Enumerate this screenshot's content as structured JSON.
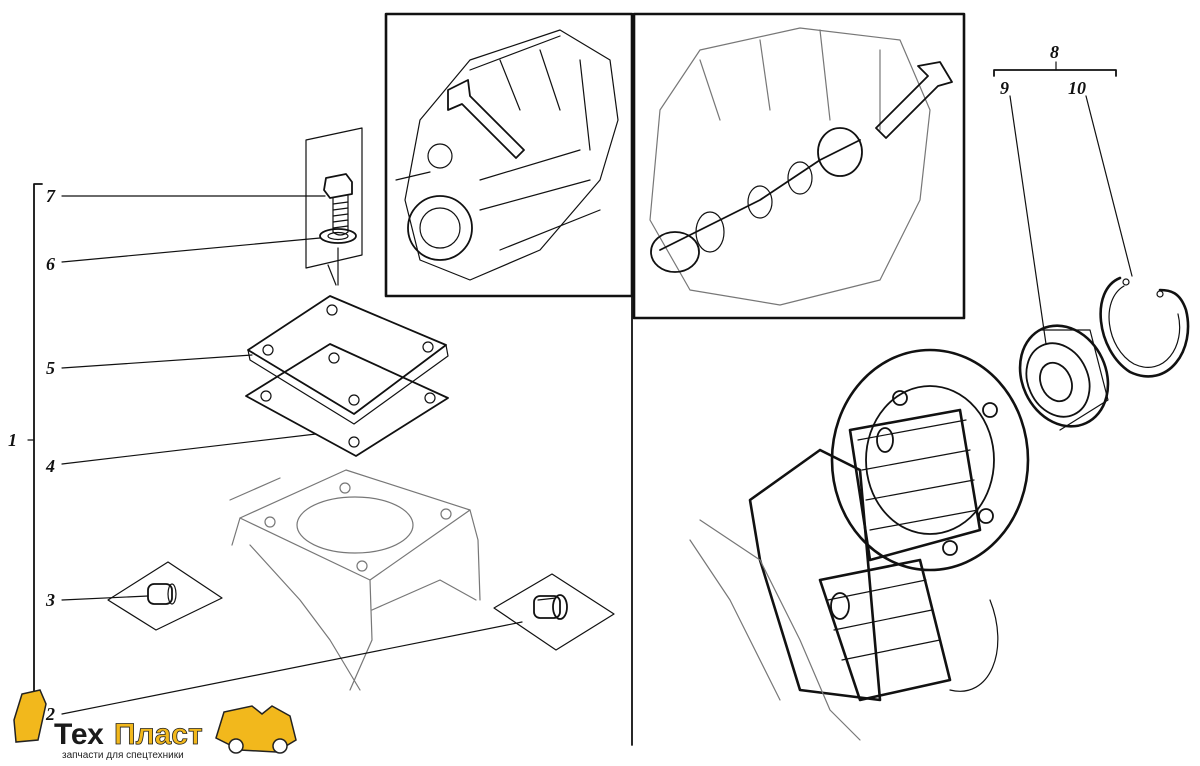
{
  "callouts": {
    "c1": "1",
    "c2": "2",
    "c3": "3",
    "c4": "4",
    "c5": "5",
    "c6": "6",
    "c7": "7",
    "c8": "8",
    "c9": "9",
    "c10": "10"
  },
  "logo": {
    "brand_part1": "Тех",
    "brand_part2": "Пласт",
    "tagline": "запчасти для спецтехники",
    "colors": {
      "brand_dark": "#1a1a1a",
      "brand_yellow": "#f2b81c"
    }
  },
  "colors": {
    "ink": "#111111",
    "background": "#ffffff"
  }
}
